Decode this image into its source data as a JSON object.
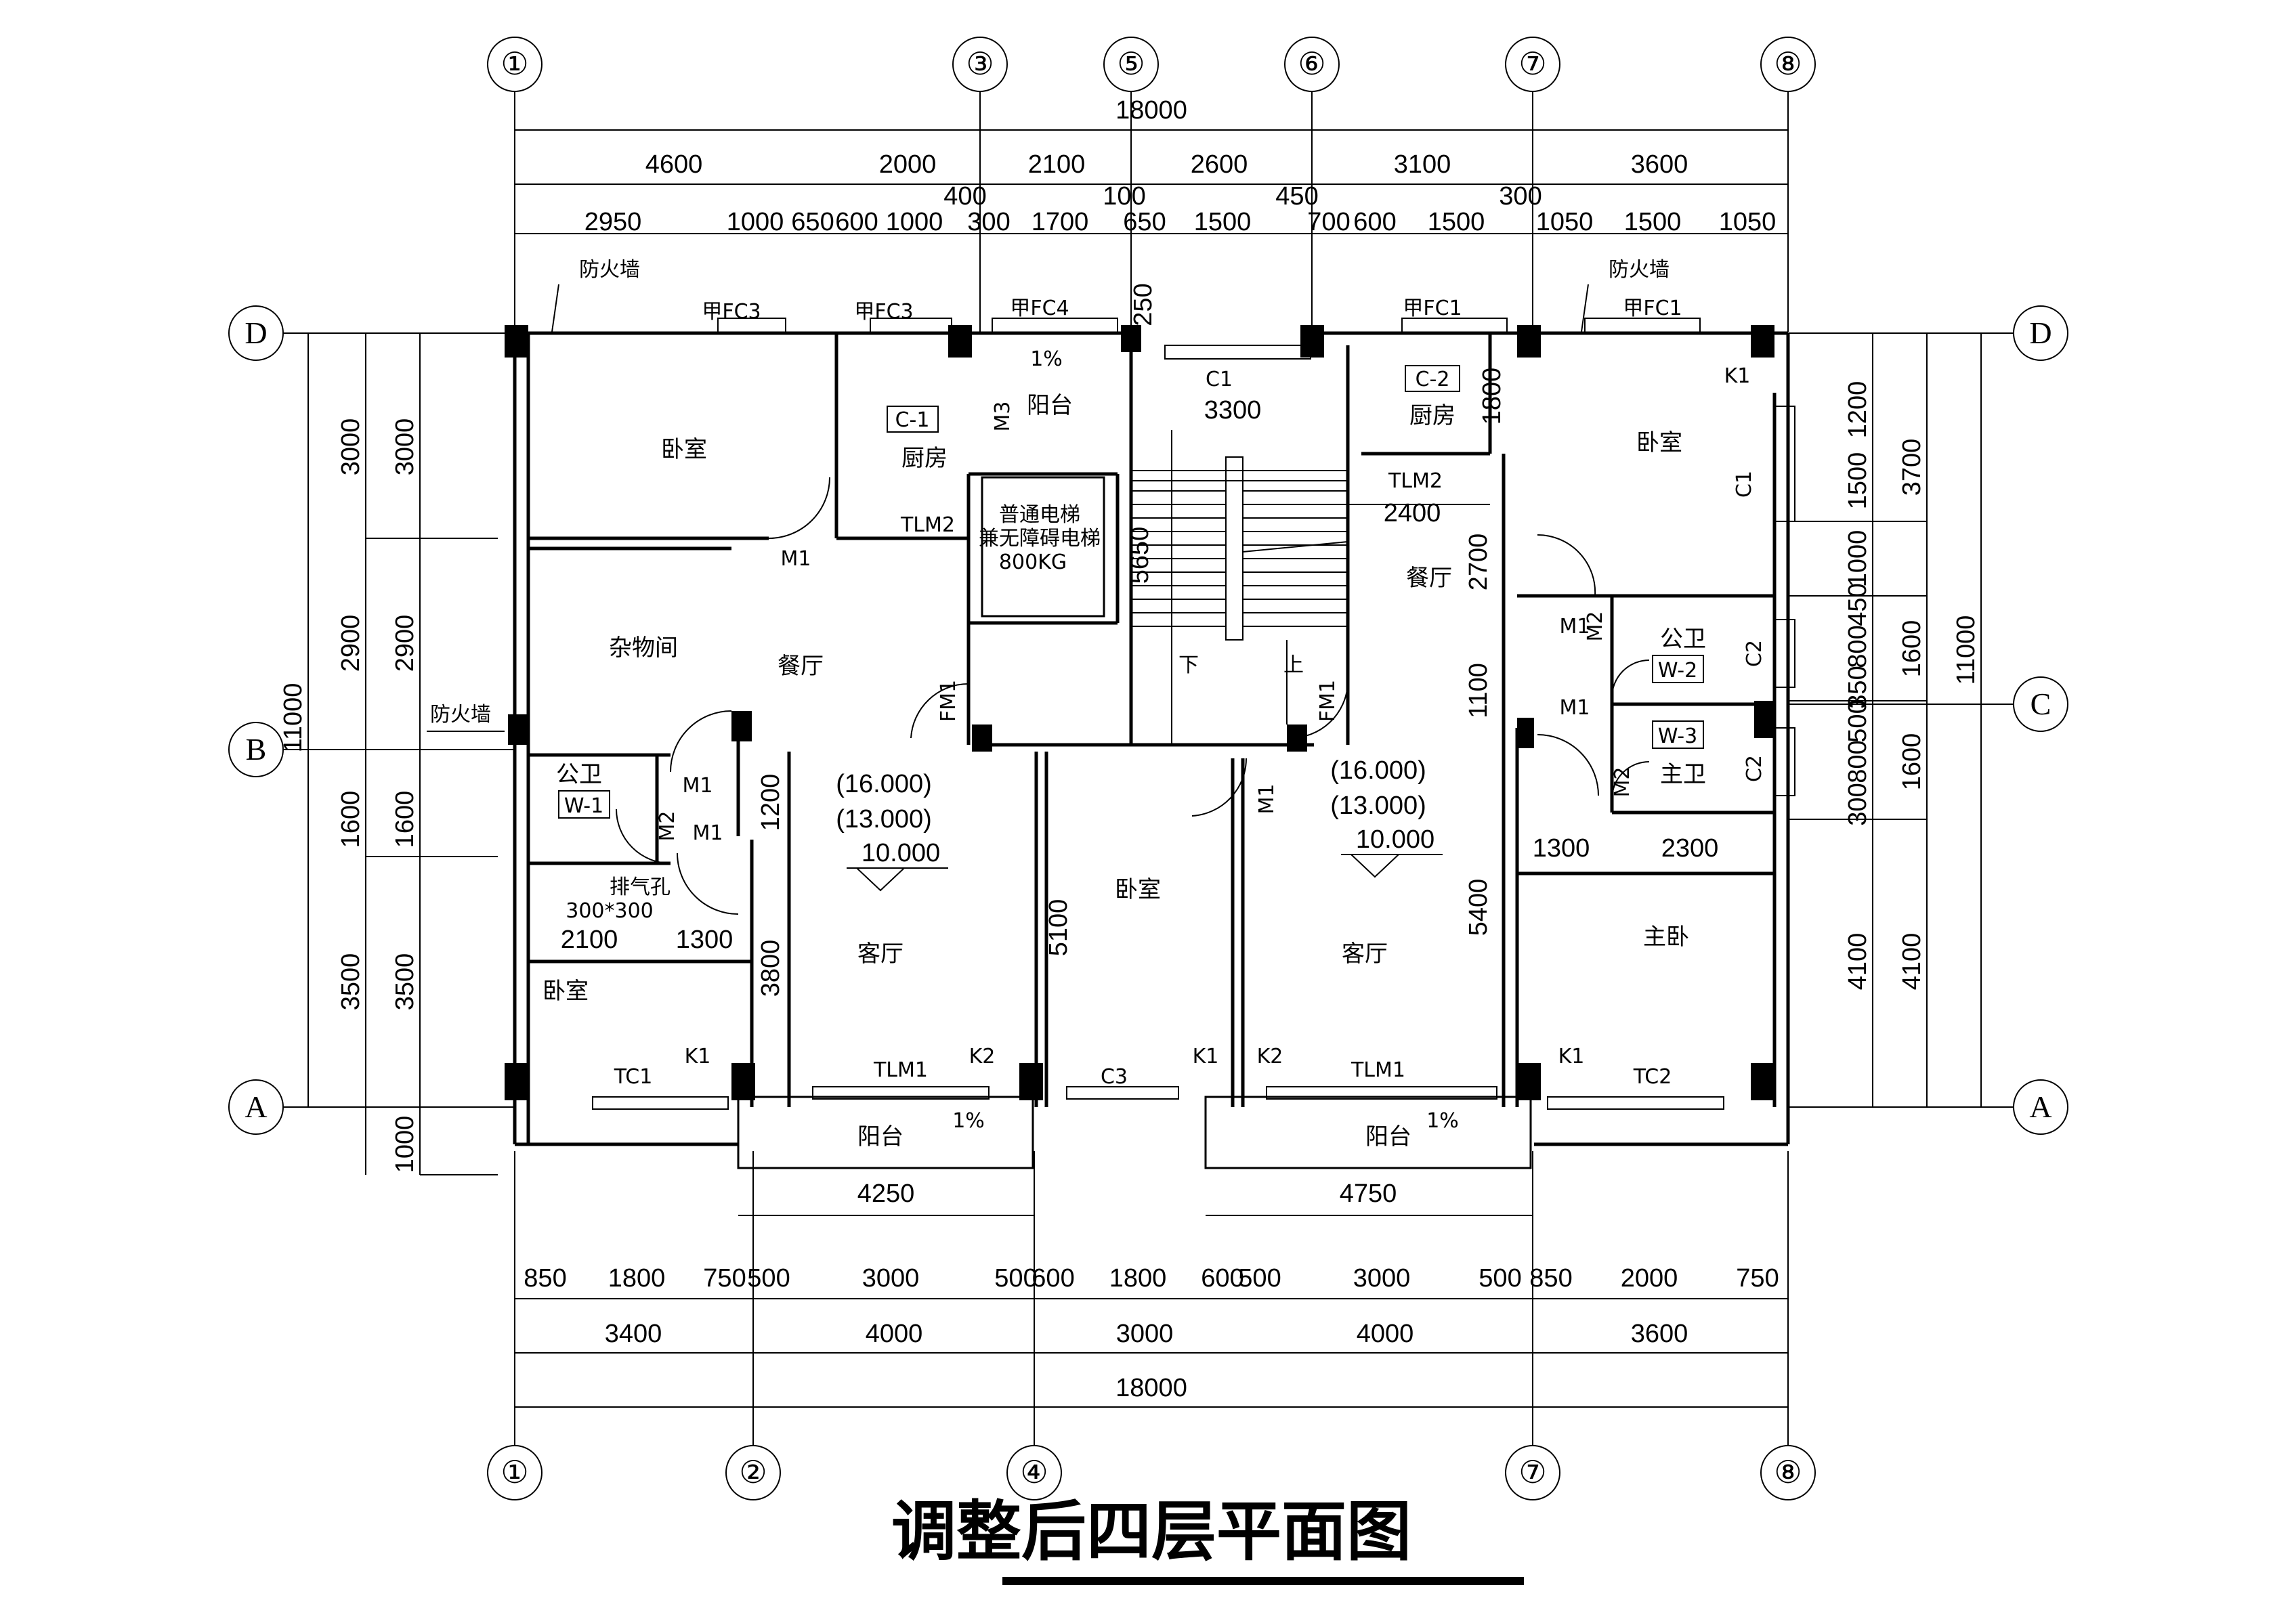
{
  "title": "调整后四层平面图",
  "axes": {
    "top": [
      "①",
      "③",
      "⑤",
      "⑥",
      "⑦",
      "⑧"
    ],
    "bottom": [
      "①",
      "②",
      "④",
      "⑦",
      "⑧"
    ],
    "left": [
      "D",
      "B",
      "A"
    ],
    "right": [
      "D",
      "C",
      "A"
    ]
  },
  "dims": {
    "top_total": "18000",
    "top_row1": [
      "4600",
      "2000",
      "2100",
      "2600",
      "3100",
      "3600"
    ],
    "top_row2_small": [
      "400",
      "100",
      "450",
      "300"
    ],
    "top_row3": [
      "2950",
      "1000",
      "650",
      "600",
      "1000",
      "300",
      "1700",
      "650",
      "1500",
      "700",
      "600",
      "1500",
      "1050",
      "1500",
      "1050"
    ],
    "bottom_row1": [
      "850",
      "1800",
      "750",
      "500",
      "3000",
      "500",
      "600",
      "1800",
      "600",
      "500",
      "3000",
      "500",
      "850",
      "2000",
      "750"
    ],
    "bottom_row2": [
      "3400",
      "4000",
      "3000",
      "4000",
      "3600"
    ],
    "bottom_total": "18000",
    "left_outer": [
      "11000"
    ],
    "left_mid": [
      "3000",
      "2900",
      "1600",
      "3500",
      "1000"
    ],
    "left_inner": [
      "3000",
      "2900",
      "1600",
      "3500"
    ],
    "right_inner": [
      "1200",
      "1500",
      "1000",
      "450",
      "800",
      "350",
      "500",
      "800",
      "300",
      "4100"
    ],
    "right_mid": [
      "3700",
      "1600",
      "1600",
      "4100"
    ],
    "right_outer": [
      "11000"
    ],
    "balcony_left": "4250",
    "balcony_right": "4750",
    "interior": [
      "1200",
      "3800",
      "2100",
      "1300",
      "300*300",
      "5100",
      "5650",
      "3300",
      "2400",
      "2700",
      "1100",
      "5400",
      "1300",
      "2300",
      "1800",
      "250"
    ]
  },
  "labels": {
    "firewall": "防火墙",
    "exhaust": "排气孔",
    "rooms": {
      "bedroom": "卧室",
      "kitchen": "厨房",
      "storage": "杂物间",
      "dining": "餐厅",
      "living": "客厅",
      "balcony": "阳台",
      "public_wc": "公卫",
      "master_wc": "主卫",
      "master_bedroom": "主卧",
      "elevator": "普通电梯",
      "elevator2": "兼无障碍电梯",
      "elevator_load": "800KG",
      "down": "下",
      "up": "上"
    },
    "elevations": [
      "(16.000)",
      "(13.000)",
      "10.000"
    ],
    "slope": "1%",
    "doors": [
      "M1",
      "M2",
      "M3",
      "FM1",
      "TLM1",
      "TLM2",
      "K1",
      "K2"
    ],
    "windows": [
      "甲FC1",
      "甲FC3",
      "甲FC4",
      "C1",
      "C2",
      "C3",
      "TC1",
      "TC2"
    ],
    "tags": [
      "C-1",
      "C-2",
      "W-1",
      "W-2",
      "W-3"
    ]
  }
}
